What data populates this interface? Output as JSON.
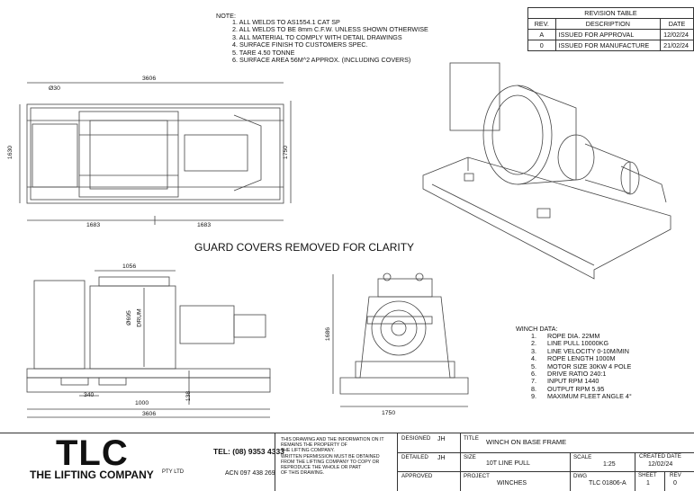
{
  "notes": {
    "heading": "NOTE:",
    "items": [
      "1. ALL WELDS TO AS1554.1 CAT SP",
      "2. ALL WELDS TO BE 8mm C.F.W. UNLESS SHOWN OTHERWISE",
      "3. ALL MATERIAL TO COMPLY WITH DETAIL DRAWINGS",
      "4. SURFACE FINISH TO CUSTOMERS SPEC.",
      "5. TARE 4.50 TONNE",
      "6. SURFACE AREA 56M^2 APPROX. (INCLUDING COVERS)"
    ]
  },
  "revision_table": {
    "title": "REVISION TABLE",
    "headers": [
      "REV.",
      "DESCRIPTION",
      "DATE"
    ],
    "rows": [
      [
        "A",
        "ISSUED FOR APPROVAL",
        "12/02/24"
      ],
      [
        "0",
        "ISSUED FOR MANUFACTURE",
        "21/02/24"
      ]
    ]
  },
  "plan_view": {
    "dims": {
      "diameter": "Ø30",
      "overall_length": "3606",
      "width_left": "1630",
      "width_right": "1750",
      "half_left": "1683",
      "half_right": "1683"
    }
  },
  "guard_note": "GUARD COVERS REMOVED FOR CLARITY",
  "side_view": {
    "dims": {
      "top": "1056",
      "drum_diameter": "Ø695",
      "drum_label": "DRUM",
      "left": "340",
      "mid": "1000",
      "overall": "3606",
      "height": "138"
    }
  },
  "end_view": {
    "dims": {
      "height": "1686",
      "width": "1750"
    }
  },
  "winch_data": {
    "heading": "WINCH DATA:",
    "items": [
      [
        "1.",
        "ROPE DIA. 22MM"
      ],
      [
        "2.",
        "LINE PULL 10000KG"
      ],
      [
        "3.",
        "LINE VELOCITY 0-10M/MIN"
      ],
      [
        "4.",
        "ROPE LENGTH 1000M"
      ],
      [
        "5.",
        "MOTOR SIZE 30KW 4 POLE"
      ],
      [
        "6.",
        "DRIVE RATIO 240:1"
      ],
      [
        "7.",
        "INPUT RPM 1440"
      ],
      [
        "8.",
        "OUTPUT RPM 5.95"
      ],
      [
        "9.",
        "MAXIMUM FLEET ANGLE 4°"
      ]
    ]
  },
  "title_block": {
    "logo": "TLC",
    "company": "THE LIFTING COMPANY",
    "company_suffix": "PTY LTD",
    "phone": "TEL: (08) 9353 4333",
    "acn": "ACN 097 438 269",
    "disclaimer": [
      "THIS DRAWING AND THE INFORMATION ON IT",
      "REMAINS THE PROPERTY OF",
      "THE LIFTING COMPANY.",
      "WRITTEN PERMISSION MUST BE OBTAINED",
      "FROM THE LIFTING COMPANY TO COPY OR",
      "REPRODUCE THE WHOLE OR PART",
      "OF THIS DRAWING."
    ],
    "designed_label": "DESIGNED",
    "designed": "JH",
    "detailed_label": "DETAILED",
    "detailed": "JH",
    "approved_label": "APPROVED",
    "title_label": "TITLE",
    "title": "WINCH ON BASE FRAME",
    "size_label": "SIZE",
    "size": "10T LINE PULL",
    "scale_label": "SCALE",
    "scale": "1:25",
    "created_label": "CREATED DATE",
    "created": "12/02/24",
    "project_label": "PROJECT",
    "project": "WINCHES",
    "dwg_label": "DWG",
    "dwg": "TLC 01806-A",
    "sheet_label": "SHEET",
    "sheet": "1",
    "rev_label": "REV",
    "rev": "0"
  }
}
